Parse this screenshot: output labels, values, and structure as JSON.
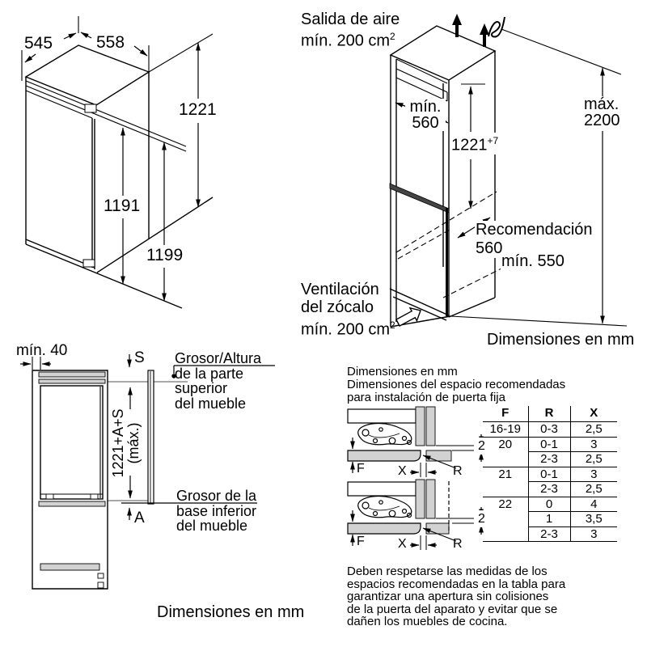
{
  "colors": {
    "line": "#000000",
    "grey_fill": "#d2d2d2",
    "grey_line": "#9b9b9b",
    "background": "#ffffff"
  },
  "fig_fridge": {
    "depth": "545",
    "width": "558",
    "height_total": "1221",
    "height_door": "1191",
    "height_front": "1199"
  },
  "fig_niche": {
    "air_outlet": [
      "Salida de aire",
      "mín. 200 cm"
    ],
    "air_outlet_sup": "2",
    "niche_width": [
      "mín.",
      "560"
    ],
    "niche_height": "1221",
    "niche_height_tol": "+7",
    "max_height": [
      "máx.",
      "2200"
    ],
    "recommendation": [
      "Recomendación",
      "560"
    ],
    "min_depth": "mín. 550",
    "plinth_vent": [
      "Ventilación",
      "del zócalo",
      "mín. 200 cm"
    ],
    "plinth_vent_sup": "2",
    "units": "Dimensiones en mm"
  },
  "fig_section": {
    "min_gap": "mín. 40",
    "s": "S",
    "a": "A",
    "stack": [
      "1221+A+S",
      "(máx.)"
    ],
    "top_note": [
      "Grosor/Altura",
      "de la parte",
      "superior",
      "del mueble"
    ],
    "base_note": [
      "Grosor de la",
      "base inferior",
      "del mueble"
    ],
    "units": "Dimensiones en mm"
  },
  "fig_hinge": {
    "units": "Dimensiones en mm",
    "subtitle": [
      "Dimensiones del espacio recomendadas",
      "para instalación de puerta fija"
    ],
    "labels": {
      "f": "F",
      "r": "R",
      "x": "X",
      "gap": "2"
    },
    "table": {
      "headers": [
        "F",
        "R",
        "X"
      ],
      "rows": [
        [
          "16-19",
          "0-3",
          "2,5"
        ],
        [
          "20",
          "0-1",
          "3"
        ],
        [
          "",
          "2-3",
          "2,5"
        ],
        [
          "21",
          "0-1",
          "3"
        ],
        [
          "",
          "2-3",
          "2,5"
        ],
        [
          "22",
          "0",
          "4"
        ],
        [
          "",
          "1",
          "3,5"
        ],
        [
          "",
          "2-3",
          "3"
        ]
      ]
    },
    "note": [
      "Deben respetarse las medidas de los",
      "espacios recomendadas en la tabla para",
      "garantizar una apertura sin colisiones",
      "de la puerta del aparato y evitar que se",
      "dañen los muebles de cocina."
    ]
  }
}
